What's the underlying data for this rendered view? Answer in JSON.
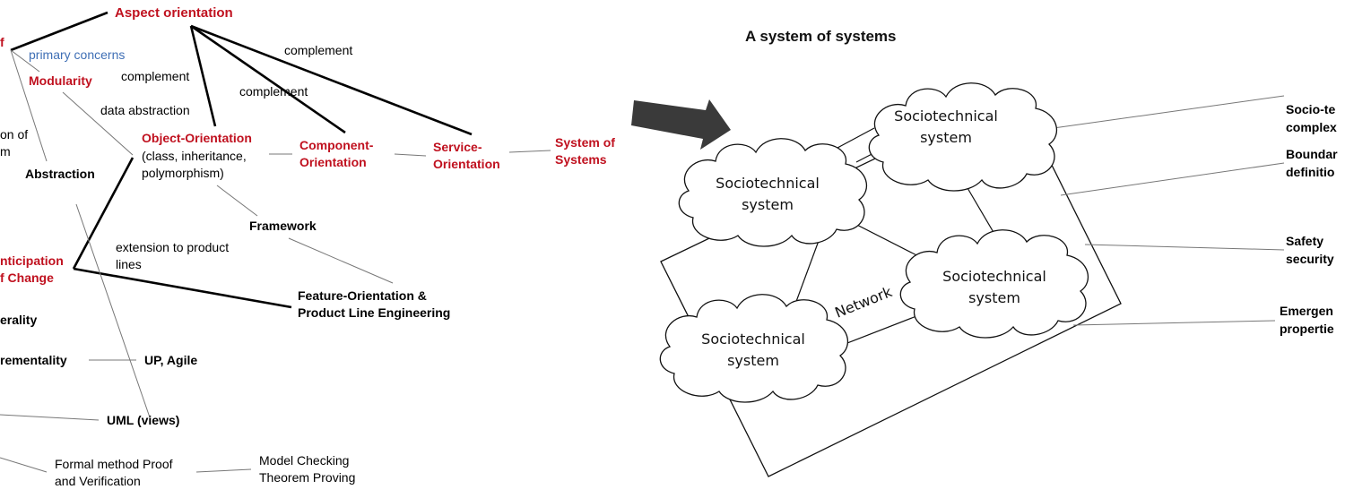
{
  "left_map": {
    "nodes": {
      "separation_of_concerns_fragment": "f",
      "aspect_orientation": "Aspect orientation",
      "primary_concerns": "primary concerns",
      "modularity": "Modularity",
      "composition_fragment": "on of\nm",
      "abstraction": "Abstraction",
      "object_orientation": "Object-Orientation",
      "object_orientation_detail": "(class, inheritance,\npolymorphism)",
      "component_orientation": "Component-\nOrientation",
      "service_orientation": "Service-\nOrientation",
      "system_of_systems": "System of\nSystems",
      "framework": "Framework",
      "anticipation_of_change": "nticipation\nf Change",
      "feature_orientation": "Feature-Orientation &\nProduct Line Engineering",
      "generality": "erality",
      "incrementality": "rementality",
      "up_agile": "UP, Agile",
      "uml_views": "UML (views)",
      "formal_method": "Formal method Proof\nand Verification",
      "model_checking": "Model Checking\nTheorem Proving"
    },
    "edge_labels": {
      "complement_1": "complement",
      "complement_2": "complement",
      "complement_3": "complement",
      "data_abstraction": "data abstraction",
      "extension_to_product_lines": "extension to product\nlines"
    }
  },
  "arrow": {
    "icon": "right-arrow-icon",
    "color": "#3a3a3a"
  },
  "right_diagram": {
    "title": "A system of systems",
    "clouds": [
      {
        "label": "Sociotechnical\nsystem"
      },
      {
        "label": "Sociotechnical\nsystem"
      },
      {
        "label": "Sociotechnical\nsystem"
      },
      {
        "label": "Sociotechnical\nsystem"
      }
    ],
    "network_label": "Network",
    "annotations": [
      {
        "label": "Socio-te\ncomplex"
      },
      {
        "label": "Boundar\ndefinitio"
      },
      {
        "label": "Safety\nsecurity"
      },
      {
        "label": "Emergen\npropertie"
      }
    ]
  },
  "colors": {
    "concept_red": "#c0111f",
    "annotation_blue": "#3f6fb5",
    "line_black": "#000000",
    "line_gray": "#777777"
  }
}
